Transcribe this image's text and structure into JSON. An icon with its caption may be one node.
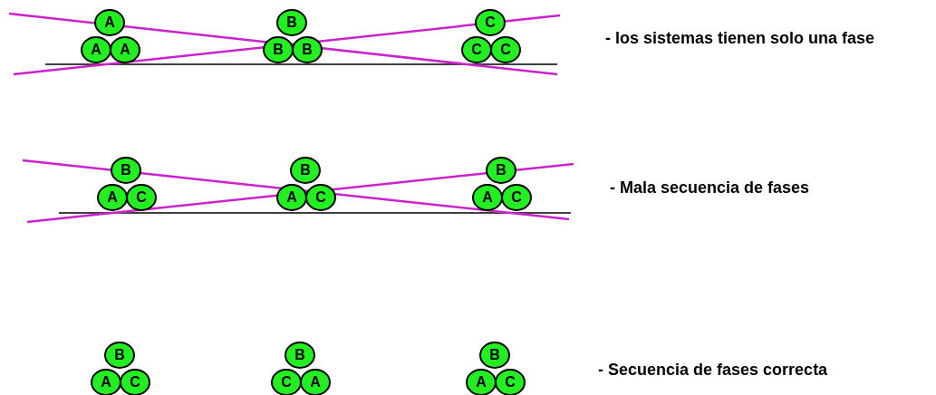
{
  "diagram": {
    "nodes": [
      {
        "text": [
          "A"
        ]
      },
      {
        "text": [
          "A"
        ]
      },
      {
        "text": [
          "A"
        ]
      },
      {
        "text": [
          "B"
        ]
      },
      {
        "text": [
          "B"
        ]
      },
      {
        "text": [
          "B"
        ]
      },
      {
        "text": [
          "C"
        ]
      },
      {
        "text": [
          "C"
        ]
      },
      {
        "text": [
          "C"
        ]
      },
      {
        "text": [
          "B"
        ]
      },
      {
        "text": [
          "A"
        ]
      },
      {
        "text": [
          "C"
        ]
      },
      {
        "text": [
          "B"
        ]
      },
      {
        "text": [
          "A"
        ]
      },
      {
        "text": [
          "C"
        ]
      },
      {
        "text": [
          "B"
        ]
      },
      {
        "text": [
          "A"
        ]
      },
      {
        "text": [
          "C"
        ]
      },
      {
        "text": [
          "B"
        ]
      },
      {
        "text": [
          "A"
        ]
      },
      {
        "text": [
          "C"
        ]
      },
      {
        "text": [
          "B"
        ]
      },
      {
        "text": [
          "C"
        ]
      },
      {
        "text": [
          "A"
        ]
      },
      {
        "text": [
          "B"
        ]
      },
      {
        "text": [
          "A"
        ]
      },
      {
        "text": [
          "C"
        ]
      }
    ],
    "labels": [
      "- los sistemas tienen solo una fase",
      "- Mala secuencia de fases",
      "- Secuencia de fases correcta"
    ]
  }
}
